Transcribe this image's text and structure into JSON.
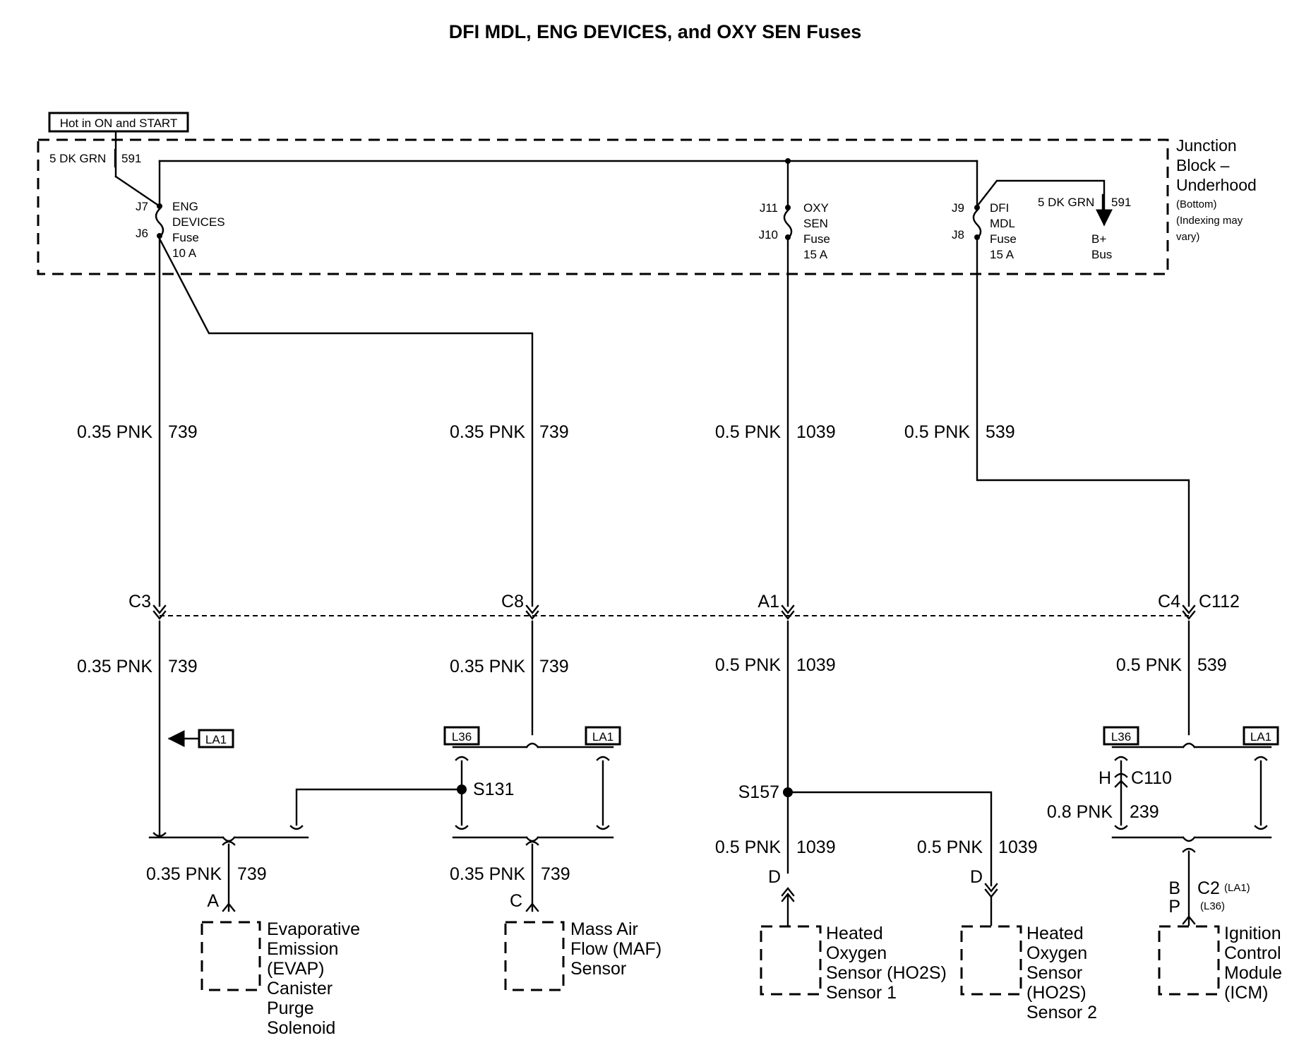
{
  "title": "DFI MDL, ENG DEVICES, and OXY SEN Fuses",
  "hot_label": "Hot in ON and START",
  "junction_block": {
    "lines": [
      "Junction",
      "Block –",
      "Underhood"
    ],
    "notes": [
      "(Bottom)",
      "(Indexing may",
      "vary)"
    ]
  },
  "feed_wire": {
    "size_color": "5 DK GRN",
    "circuit": "591"
  },
  "fuses": {
    "eng_devices": {
      "pin_in": "J7",
      "pin_out": "J6",
      "lines": [
        "ENG",
        "DEVICES",
        "Fuse",
        "10 A"
      ]
    },
    "oxy_sen": {
      "pin_in": "J11",
      "pin_out": "J10",
      "lines": [
        "OXY",
        "SEN",
        "Fuse",
        "15 A"
      ]
    },
    "dfi_mdl": {
      "pin_in": "J9",
      "pin_out": "J8",
      "lines": [
        "DFI",
        "MDL",
        "Fuse",
        "15 A"
      ]
    }
  },
  "bplus": {
    "size_color": "5 DK GRN",
    "circuit": "591",
    "lines": [
      "B+",
      "Bus"
    ]
  },
  "wires": {
    "w1_upper": {
      "size_color": "0.35 PNK",
      "circuit": "739"
    },
    "w2_upper": {
      "size_color": "0.35 PNK",
      "circuit": "739"
    },
    "w3_upper": {
      "size_color": "0.5 PNK",
      "circuit": "1039"
    },
    "w4_upper": {
      "size_color": "0.5 PNK",
      "circuit": "539"
    },
    "w1_lower": {
      "size_color": "0.35 PNK",
      "circuit": "739"
    },
    "w2_lower": {
      "size_color": "0.35 PNK",
      "circuit": "739"
    },
    "w3_lower": {
      "size_color": "0.5 PNK",
      "circuit": "1039"
    },
    "w4_lower": {
      "size_color": "0.5 PNK",
      "circuit": "539"
    },
    "evap": {
      "size_color": "0.35 PNK",
      "circuit": "739"
    },
    "maf": {
      "size_color": "0.35 PNK",
      "circuit": "739"
    },
    "ho2s1": {
      "size_color": "0.5 PNK",
      "circuit": "1039"
    },
    "ho2s2": {
      "size_color": "0.5 PNK",
      "circuit": "1039"
    },
    "icm": {
      "size_color": "0.8 PNK",
      "circuit": "239"
    }
  },
  "connector_c112": {
    "name": "C112",
    "pins": [
      "C3",
      "C8",
      "A1",
      "C4"
    ]
  },
  "option_tags": {
    "la1": "LA1",
    "l36": "L36"
  },
  "splices": {
    "s131": "S131",
    "s157": "S157"
  },
  "connector_c110": {
    "name": "C110",
    "pin": "H"
  },
  "components": {
    "evap": {
      "pin": "A",
      "lines": [
        "Evaporative",
        "Emission",
        "(EVAP)",
        "Canister",
        "Purge",
        "Solenoid"
      ]
    },
    "maf": {
      "pin": "C",
      "lines": [
        "Mass Air",
        "Flow (MAF)",
        "Sensor"
      ]
    },
    "ho2s1": {
      "pin": "D",
      "lines": [
        "Heated",
        "Oxygen",
        "Sensor (HO2S)",
        "Sensor 1"
      ]
    },
    "ho2s2": {
      "pin": "D",
      "lines": [
        "Heated",
        "Oxygen",
        "Sensor",
        "(HO2S)",
        "Sensor 2"
      ]
    },
    "icm": {
      "pin_la1": "B",
      "pin_l36": "P",
      "connector": "C2",
      "opt_la1": "(LA1)",
      "opt_l36": "(L36)",
      "lines": [
        "Ignition",
        "Control",
        "Module",
        "(ICM)"
      ]
    }
  }
}
